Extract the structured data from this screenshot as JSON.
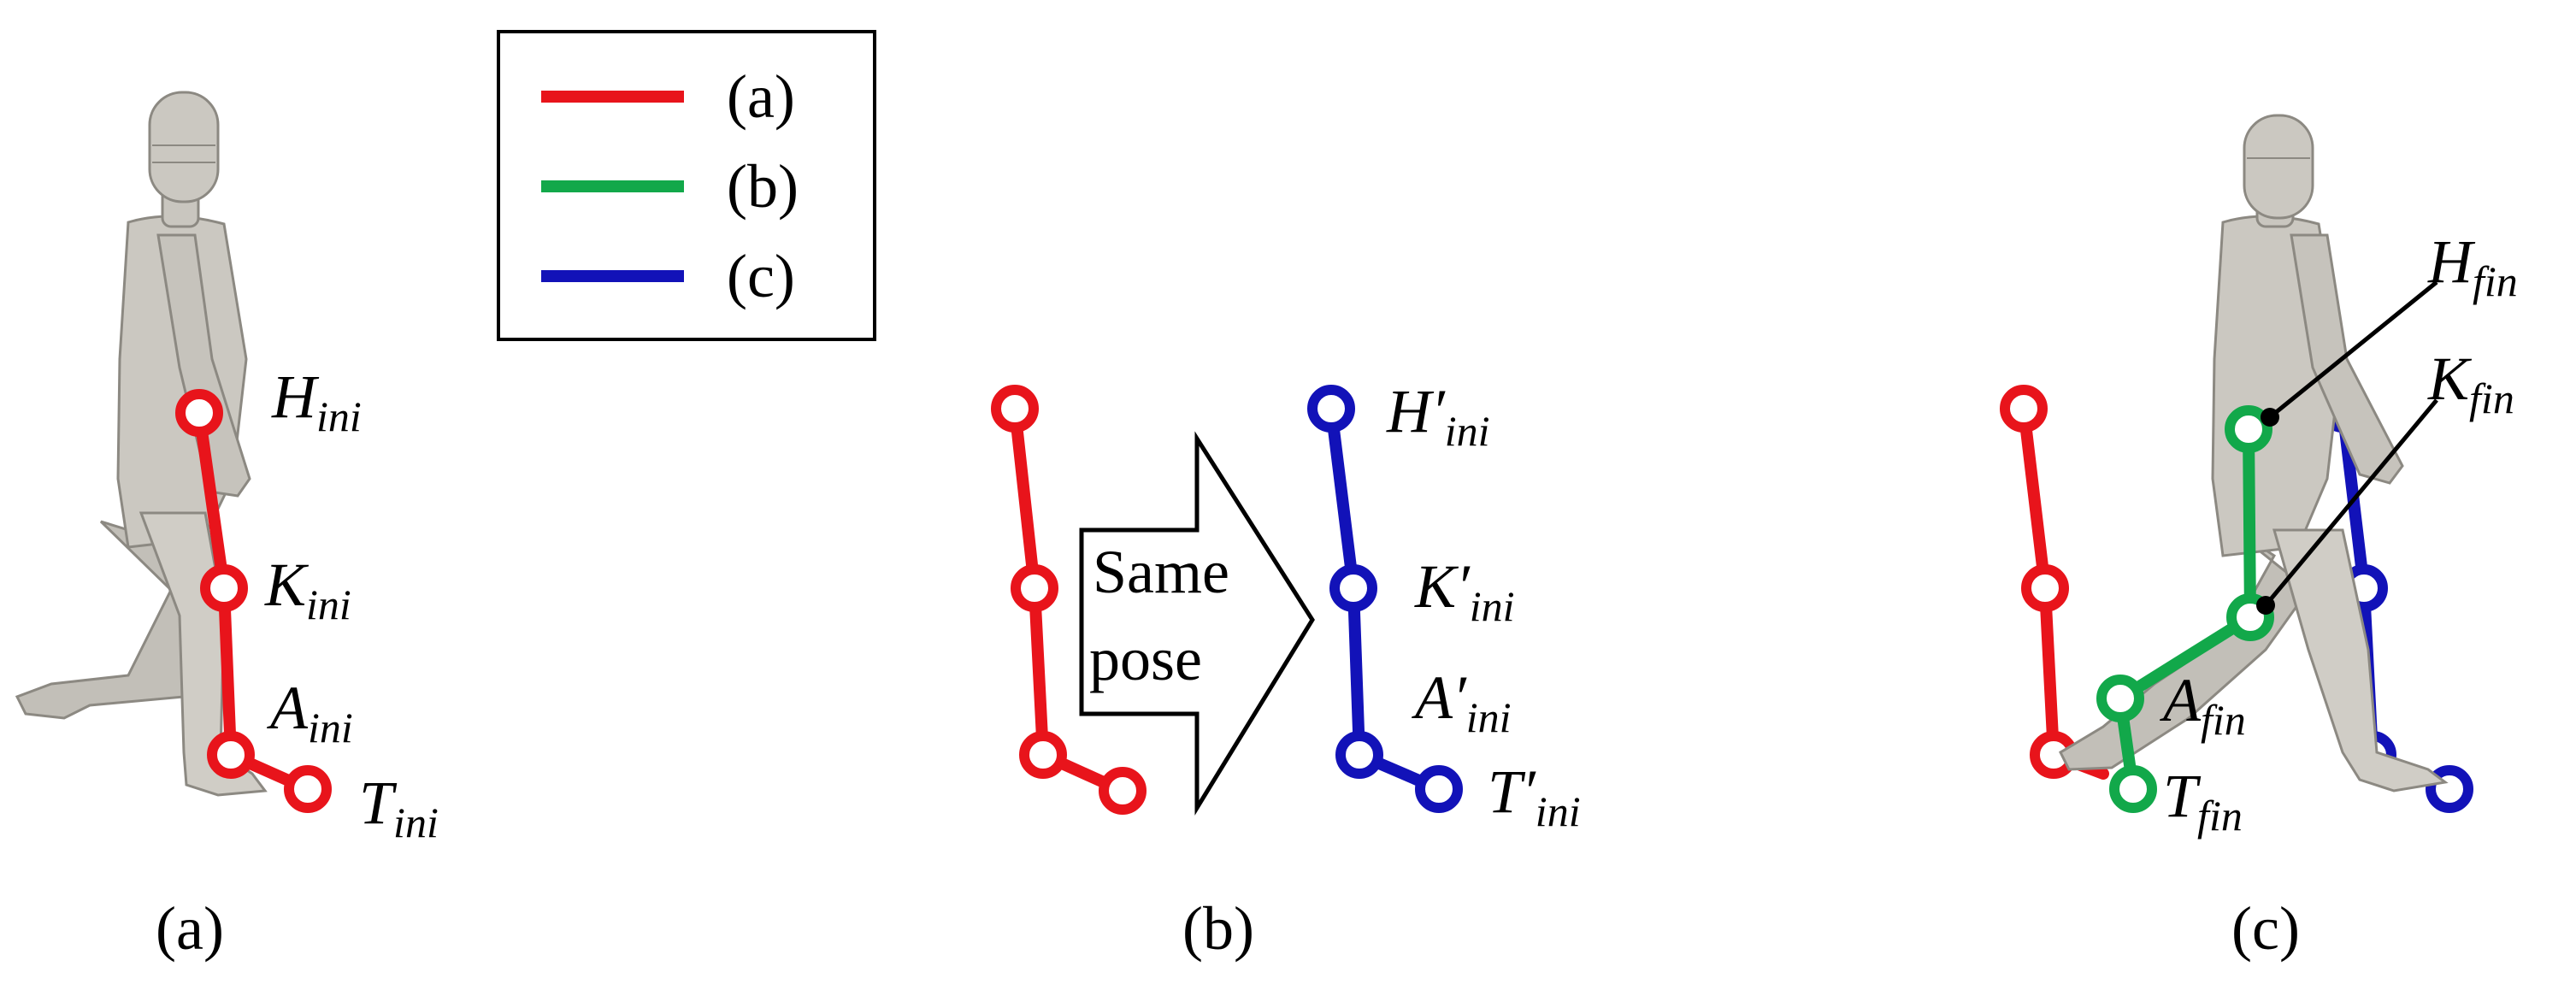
{
  "legend": {
    "items": [
      {
        "label": "(a)",
        "color": "#e8141b"
      },
      {
        "label": "(b)",
        "color": "#12a84a"
      },
      {
        "label": "(c)",
        "color": "#1212b8"
      }
    ]
  },
  "colors": {
    "red": "#e8141b",
    "green": "#12a84a",
    "blue": "#1212b8",
    "figure_body": "#c9c6bf",
    "figure_outline": "#8c8982"
  },
  "arrow": {
    "line1": "Same",
    "line2": "pose"
  },
  "panels": {
    "a": {
      "caption": "(a)",
      "labels": {
        "H": {
          "base": "H",
          "sub": "ini"
        },
        "K": {
          "base": "K",
          "sub": "ini"
        },
        "A": {
          "base": "A",
          "sub": "ini"
        },
        "T": {
          "base": "T",
          "sub": "ini"
        }
      }
    },
    "b": {
      "caption": "(b)",
      "labels": {
        "H": {
          "base": "H′",
          "sub": "ini"
        },
        "K": {
          "base": "K′",
          "sub": "ini"
        },
        "A": {
          "base": "A′",
          "sub": "ini"
        },
        "T": {
          "base": "T′",
          "sub": "ini"
        }
      }
    },
    "c": {
      "caption": "(c)",
      "labels": {
        "H": {
          "base": "H",
          "sub": "fin"
        },
        "K": {
          "base": "K",
          "sub": "fin"
        },
        "A": {
          "base": "A",
          "sub": "fin"
        },
        "T": {
          "base": "T",
          "sub": "fin"
        }
      }
    }
  }
}
